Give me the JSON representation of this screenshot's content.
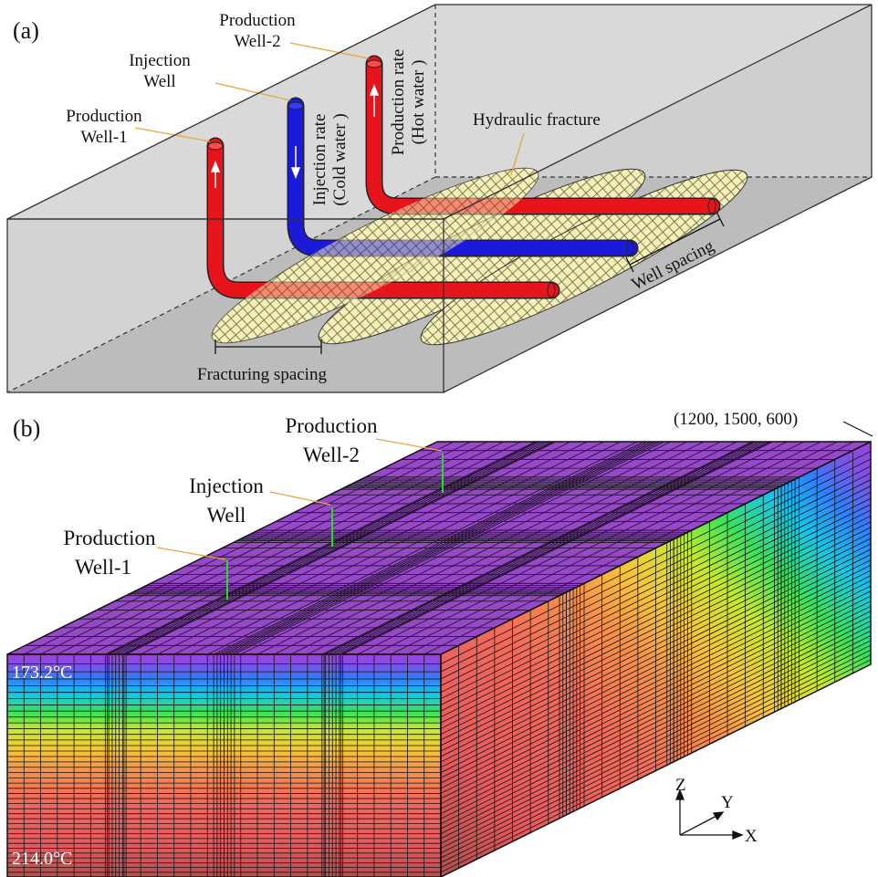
{
  "panel_a": {
    "panel_label": "(a)",
    "production_well_2": [
      "Production",
      "Well-2"
    ],
    "injection_well": [
      "Injection",
      "Well"
    ],
    "production_well_1": [
      "Production",
      "Well-1"
    ],
    "production_rate": [
      "Production rate",
      "(Hot water )"
    ],
    "injection_rate": [
      "Injection rate",
      "(Cold water )"
    ],
    "hydraulic_fracture": "Hydraulic fracture",
    "well_spacing": "Well spacing",
    "fracturing_spacing": "Fracturing spacing"
  },
  "panel_b": {
    "panel_label": "(b)",
    "production_well_2": [
      "Production",
      "Well-2"
    ],
    "injection_well": [
      "Injection",
      "Well"
    ],
    "production_well_1": [
      "Production",
      "Well-1"
    ],
    "corner_coordinate": "(1200, 1500, 600)",
    "temp_top": "173.2°C",
    "temp_bottom": "214.0°C",
    "axes": {
      "z": "Z",
      "y": "Y",
      "x": "X"
    }
  },
  "colors": {
    "production_pipe": "#e8141c",
    "injection_pipe": "#1a1ad8",
    "fracture_fill": "#f5efb8",
    "leader_line": "#e6a83a",
    "well_marker": "#22dd22"
  }
}
